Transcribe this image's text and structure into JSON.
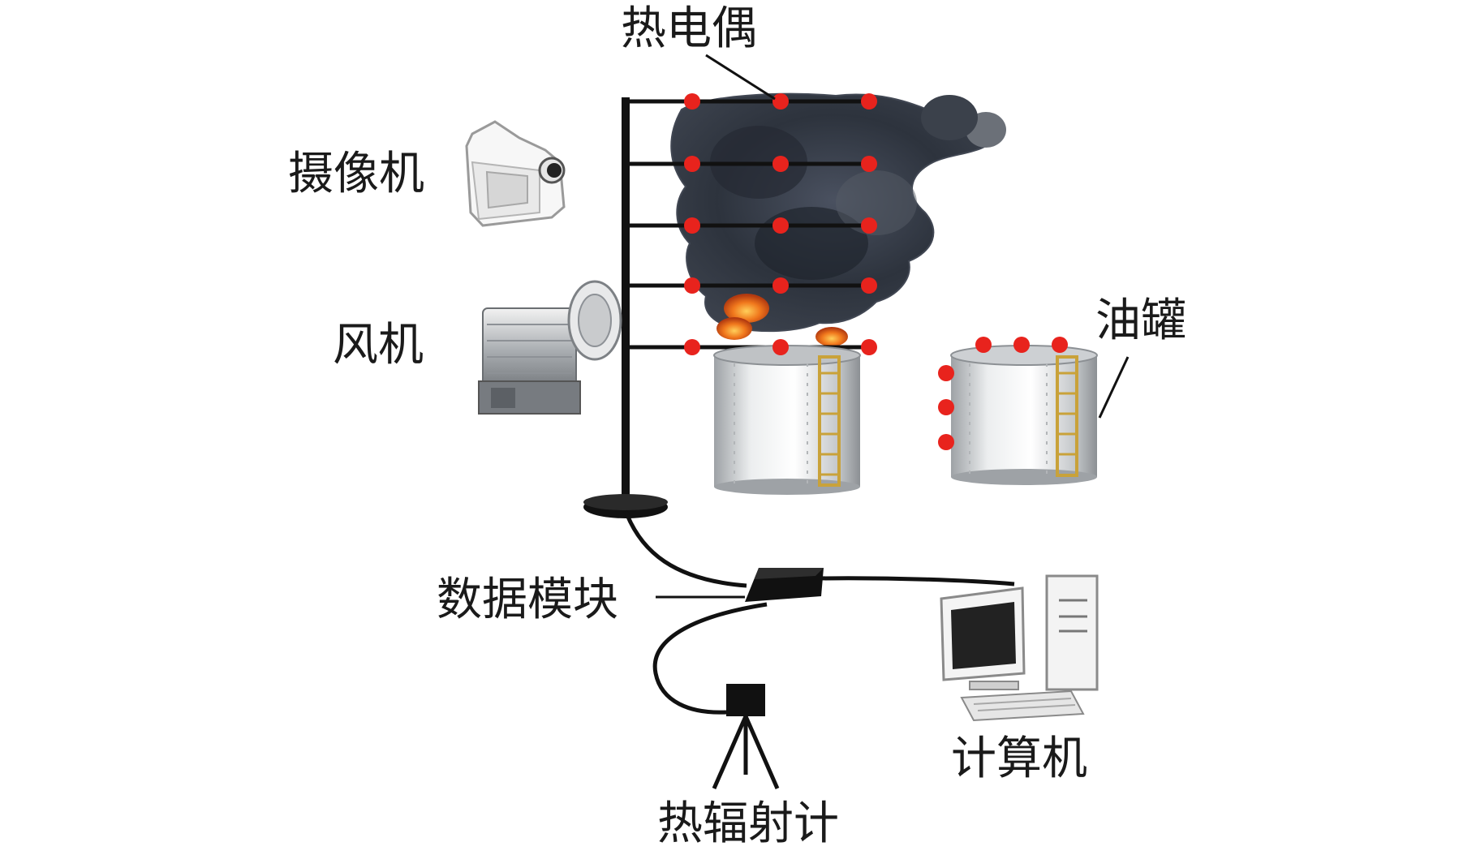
{
  "labels": {
    "thermocouple": "热电偶",
    "camera": "摄像机",
    "fan": "风机",
    "oil_tank": "油罐",
    "data_module": "数据模块",
    "computer": "计算机",
    "radiometer": "热辐射计"
  },
  "colors": {
    "sensor_dot": "#e8231d",
    "smoke": "#2e3440",
    "flame": "#e8641a",
    "cable": "#111111",
    "tank_body": "#d4d6d8"
  },
  "icons": [
    "camera-icon",
    "fan-icon",
    "computer-icon",
    "radiometer-icon",
    "data-module-icon",
    "oil-tank-icon"
  ]
}
